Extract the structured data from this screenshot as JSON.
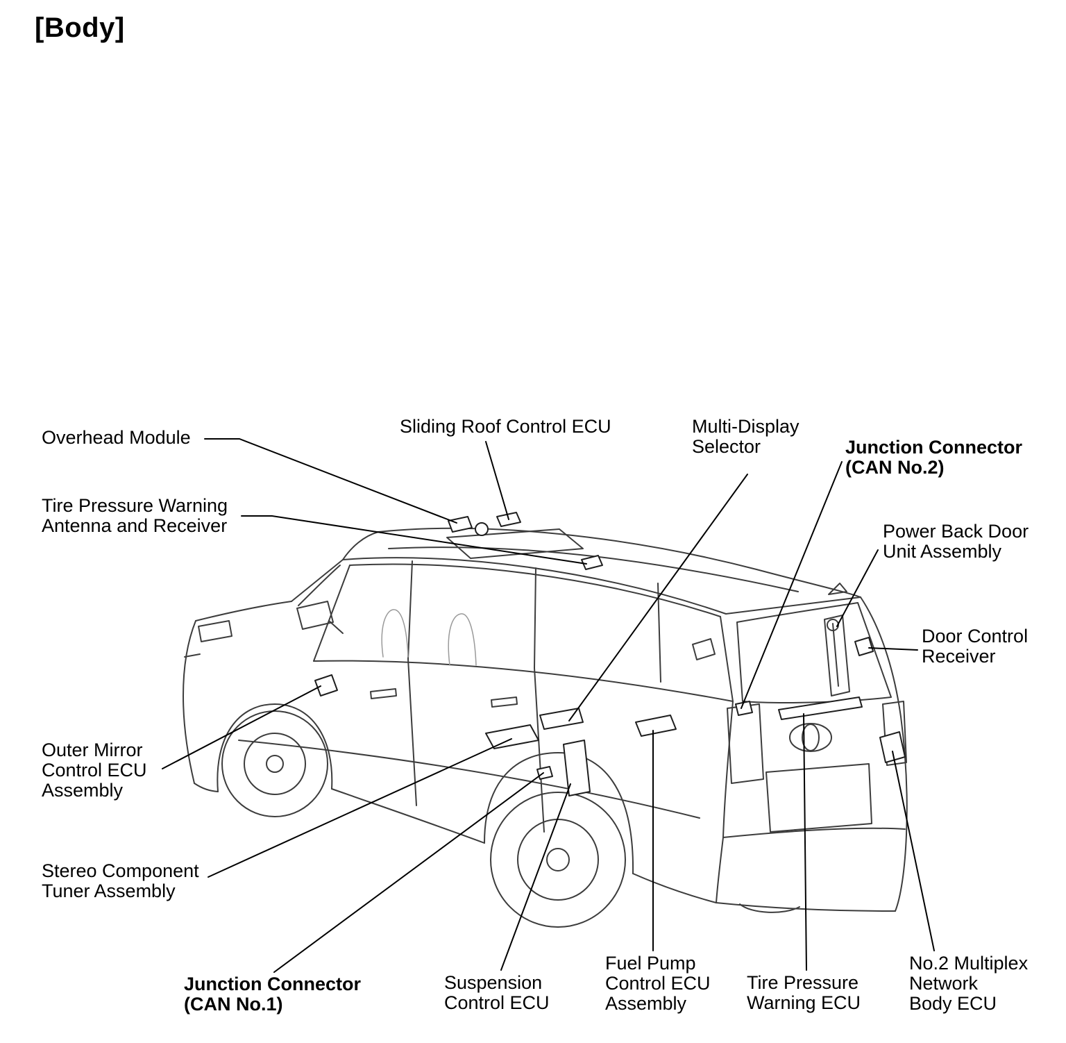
{
  "title": "[Body]",
  "style": {
    "line_art_color": "#3c3c3c",
    "leader_color": "#000000",
    "marker_stroke": "#1e1e1e",
    "detail_color": "#9a9a9a",
    "text_color": "#000000",
    "background": "#ffffff"
  },
  "labels": [
    {
      "name": "overhead-module",
      "bold": false,
      "lines": [
        "Overhead Module"
      ]
    },
    {
      "name": "tire-pressure-warning-antenna-receiver",
      "bold": false,
      "lines": [
        "Tire Pressure Warning",
        "Antenna and Receiver"
      ]
    },
    {
      "name": "sliding-roof-control-ecu",
      "bold": false,
      "lines": [
        "Sliding Roof Control ECU"
      ]
    },
    {
      "name": "multi-display-selector",
      "bold": false,
      "lines": [
        "Multi-Display",
        "Selector"
      ]
    },
    {
      "name": "junction-connector-can-no2",
      "bold": true,
      "lines": [
        "Junction Connector",
        "(CAN No.2)"
      ]
    },
    {
      "name": "power-back-door-unit-assembly",
      "bold": false,
      "lines": [
        "Power Back Door",
        "Unit Assembly"
      ]
    },
    {
      "name": "door-control-receiver",
      "bold": false,
      "lines": [
        "Door Control",
        "Receiver"
      ]
    },
    {
      "name": "outer-mirror-control-ecu-assembly",
      "bold": false,
      "lines": [
        "Outer Mirror",
        "Control ECU",
        "Assembly"
      ]
    },
    {
      "name": "stereo-component-tuner-assembly",
      "bold": false,
      "lines": [
        "Stereo Component",
        "Tuner Assembly"
      ]
    },
    {
      "name": "junction-connector-can-no1",
      "bold": true,
      "lines": [
        "Junction Connector",
        "(CAN No.1)"
      ]
    },
    {
      "name": "suspension-control-ecu",
      "bold": false,
      "lines": [
        "Suspension",
        "Control ECU"
      ]
    },
    {
      "name": "fuel-pump-control-ecu-assembly",
      "bold": false,
      "lines": [
        "Fuel Pump",
        "Control ECU",
        "Assembly"
      ]
    },
    {
      "name": "tire-pressure-warning-ecu",
      "bold": false,
      "lines": [
        "Tire Pressure",
        "Warning ECU"
      ]
    },
    {
      "name": "no2-multiplex-network-body-ecu",
      "bold": false,
      "lines": [
        "No.2 Multiplex",
        "Network",
        "Body ECU"
      ]
    }
  ]
}
